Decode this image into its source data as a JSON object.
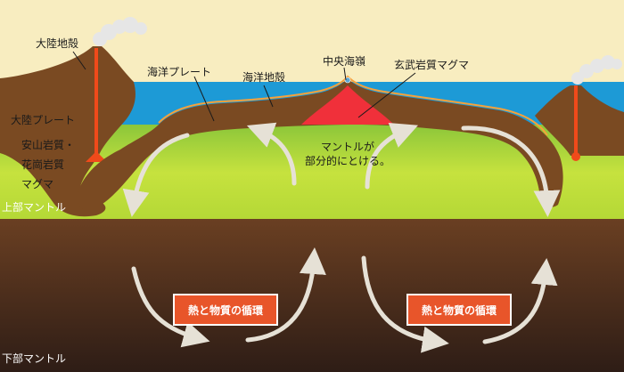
{
  "labels": {
    "continental_crust": "大陸地殻",
    "oceanic_plate": "海洋プレート",
    "oceanic_crust": "海洋地殻",
    "mid_ocean_ridge": "中央海嶺",
    "basaltic_magma": "玄武岩質マグマ",
    "continental_plate": "大陸プレート",
    "andesite_magma_1": "安山岩質・",
    "andesite_magma_2": "花崗岩質",
    "andesite_magma_3": "マグマ",
    "mantle_melt_1": "マントルが",
    "mantle_melt_2": "部分的にとける。",
    "upper_mantle": "上部マントル",
    "lower_mantle": "下部マントル",
    "cycle_left": "熱と物質の循環",
    "cycle_right": "熱と物質の循環"
  },
  "colors": {
    "sky": "#f8edc0",
    "sea": "#1d9ad6",
    "plate": "#7a4a22",
    "upper_mantle": "#b9dc3c",
    "lower_mantle": "#4a2e1f",
    "magma": "#f04030",
    "cycle_box": "#e8552a"
  }
}
